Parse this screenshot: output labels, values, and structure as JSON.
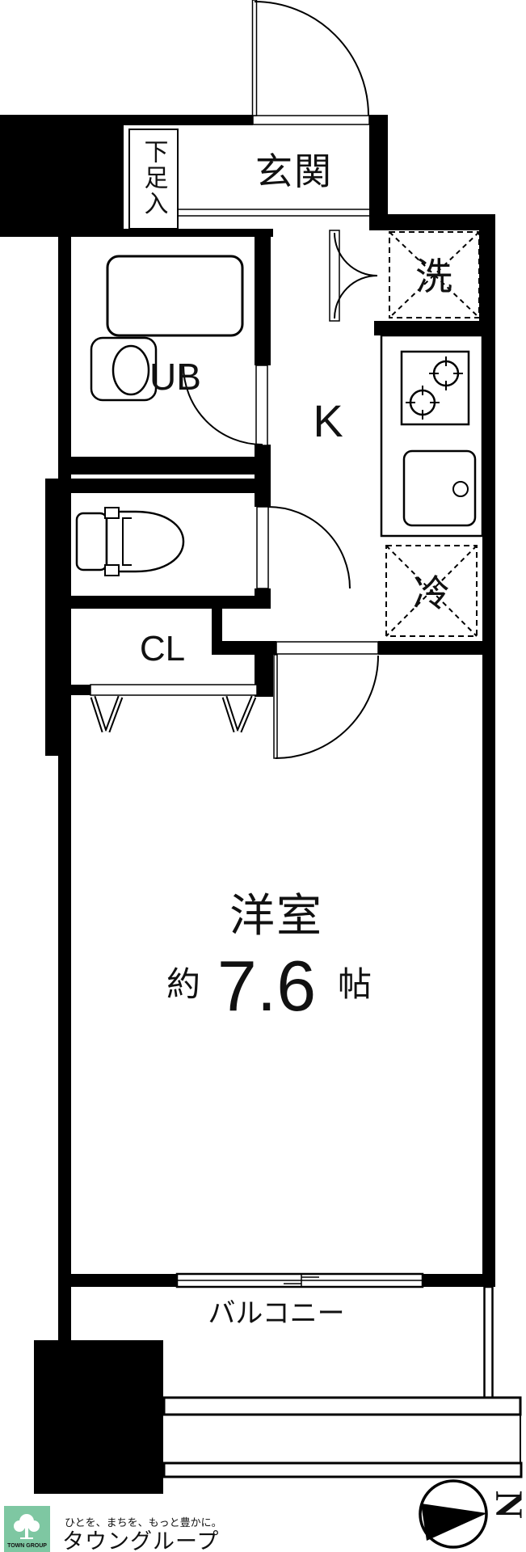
{
  "floorplan": {
    "labels": {
      "genkan": "玄関",
      "shoe_storage": "下足入",
      "unit_bath": "UB",
      "kitchen": "K",
      "washer": "洗",
      "fridge": "冷",
      "closet": "CL",
      "room_name": "洋室",
      "room_size_prefix": "約",
      "room_size": "7.6",
      "room_size_unit": "帖",
      "balcony": "バルコニー"
    },
    "colors": {
      "wall": "#000000",
      "background": "#ffffff"
    }
  },
  "compass": {
    "north_label": "N"
  },
  "branding": {
    "logo_text": "TOWN GROUP",
    "tagline": "ひとを、まちを、もっと豊かに。",
    "company": "タウングループ",
    "brand_green": "#7ec7a2"
  }
}
